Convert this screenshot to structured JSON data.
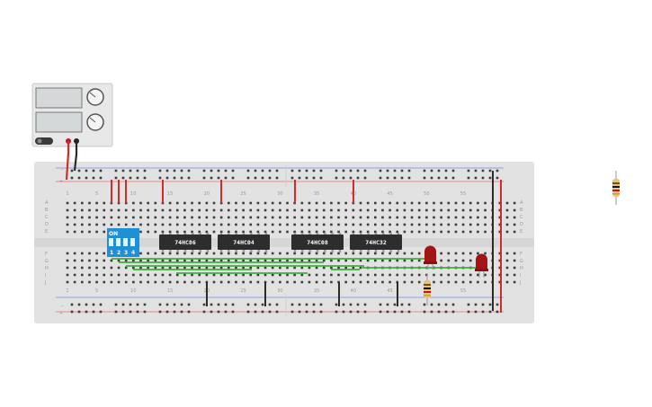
{
  "power_supply": {
    "display_top": "",
    "display_bottom": "",
    "terminal_positive_color": "#c8102e",
    "terminal_negative_color": "#222222"
  },
  "breadboard": {
    "column_labels": [
      "1",
      "5",
      "10",
      "15",
      "20",
      "25",
      "30",
      "35",
      "40",
      "45",
      "50",
      "55"
    ],
    "row_labels_top": [
      "A",
      "B",
      "C",
      "D",
      "E"
    ],
    "row_labels_bottom": [
      "F",
      "G",
      "H",
      "I",
      "J"
    ],
    "rail_plus": "+",
    "rail_minus": "−"
  },
  "dip_switch": {
    "label": "ON",
    "numbers": [
      "1",
      "2",
      "3",
      "4"
    ],
    "color": "#1f8fd6"
  },
  "chips": [
    {
      "name": "74HC86"
    },
    {
      "name": "74HC04"
    },
    {
      "name": "74HC08"
    },
    {
      "name": "74HC32"
    }
  ],
  "leds": [
    {
      "color": "#a31515"
    },
    {
      "color": "#a31515"
    }
  ],
  "colors": {
    "wire_red": "#d42a2a",
    "wire_black": "#2b2b2b",
    "wire_green": "#3fae3f",
    "board": "#e2e2e2"
  }
}
